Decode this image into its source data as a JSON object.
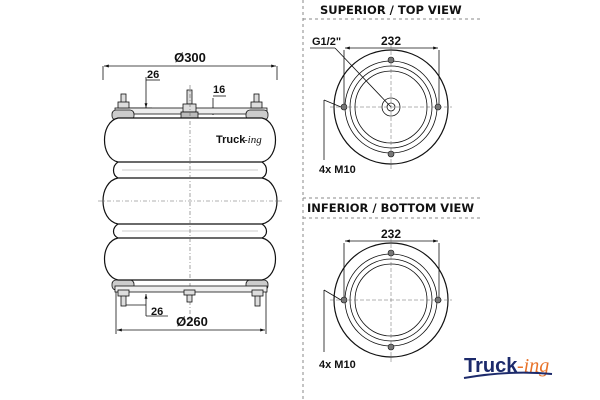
{
  "side_view": {
    "dim_top_diameter": "Ø300",
    "dim_top_height": "26",
    "dim_center_offset": "16",
    "dim_bottom_height": "26",
    "dim_bottom_diameter": "Ø260",
    "inner_logo": {
      "main": "Truck",
      "suffix": "-ing"
    }
  },
  "top_view": {
    "title": "SUPERIOR / TOP VIEW",
    "port_label": "G1/2\"",
    "dim_bolt_circle": "232",
    "bolt_label": "4x M10"
  },
  "bottom_view": {
    "title": "INFERIOR / BOTTOM VIEW",
    "dim_bolt_circle": "232",
    "bolt_label": "4x M10"
  },
  "brand_logo": {
    "main": "Truck",
    "suffix": "-ing"
  },
  "colors": {
    "brand_navy": "#1c2a6b",
    "brand_orange": "#e8732a",
    "line": "#222222"
  }
}
